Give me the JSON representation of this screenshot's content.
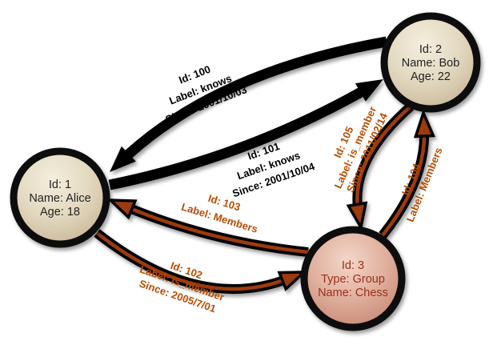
{
  "diagram": {
    "type": "directed-graph",
    "nodes": [
      {
        "id": "1",
        "kind": "person",
        "lines": [
          "Id: 1",
          "Name: Alice",
          "Age: 18"
        ]
      },
      {
        "id": "2",
        "kind": "person",
        "lines": [
          "Id: 2",
          "Name: Bob",
          "Age: 22"
        ]
      },
      {
        "id": "3",
        "kind": "group",
        "lines": [
          "Id: 3",
          "Type: Group",
          "Name: Chess"
        ]
      }
    ],
    "edges": [
      {
        "id": "100",
        "from": "2",
        "to": "1",
        "kind": "knows",
        "lines": [
          "Id: 100",
          "Label: knows",
          "Since: 2001/10/03"
        ]
      },
      {
        "id": "101",
        "from": "1",
        "to": "2",
        "kind": "knows",
        "lines": [
          "Id: 101",
          "Label: knows",
          "Since: 2001/10/04"
        ]
      },
      {
        "id": "102",
        "from": "1",
        "to": "3",
        "kind": "membership",
        "lines": [
          "Id: 102",
          "Label: is_member",
          "Since: 2005/7/01"
        ]
      },
      {
        "id": "103",
        "from": "3",
        "to": "1",
        "kind": "membership",
        "lines": [
          "Id: 103",
          "Label: Members"
        ]
      },
      {
        "id": "104",
        "from": "3",
        "to": "2",
        "kind": "membership",
        "lines": [
          "Id: 104",
          "Label: Members"
        ]
      },
      {
        "id": "105",
        "from": "2",
        "to": "3",
        "kind": "membership",
        "lines": [
          "Id: 105",
          "Label: is_member",
          "Since: 2011/02/14"
        ]
      }
    ]
  },
  "colors": {
    "background": "#ffffff",
    "edge_knows": "#000000",
    "edge_knows_label": "#000000",
    "edge_member_outline": "#000000",
    "edge_member_core": "#9c3a0c",
    "edge_member_label": "#b84c00",
    "node_border": "#0a0a0a",
    "person_fill_light": "#f4eedd",
    "person_fill_mid": "#e4dac2",
    "person_fill_dark": "#c2ae8d",
    "group_fill_light": "#f3d8ca",
    "group_fill_mid": "#e0b09e",
    "group_fill_dark": "#bd7a64",
    "person_text": "#222222",
    "group_text": "#9c2f1b"
  }
}
